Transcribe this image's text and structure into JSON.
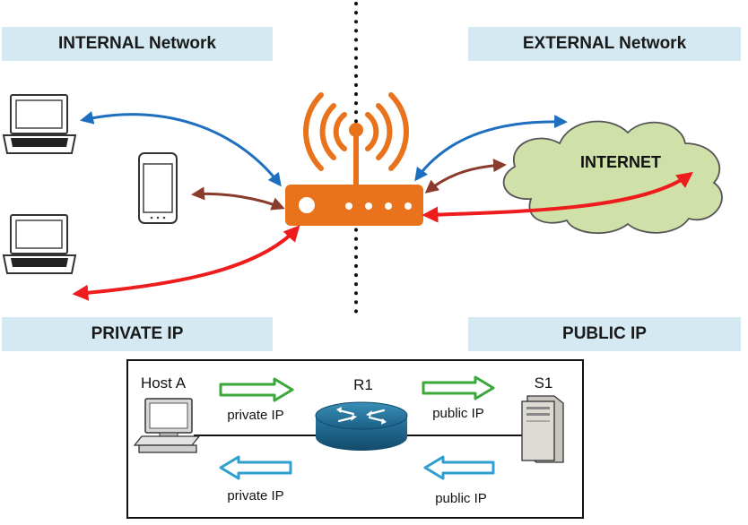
{
  "banners": {
    "internal": "INTERNAL Network",
    "external": "EXTERNAL Network",
    "private": "PRIVATE IP",
    "public": "PUBLIC IP"
  },
  "cloud_label": "INTERNET",
  "bottom": {
    "host_label": "Host A",
    "router_label": "R1",
    "server_label": "S1",
    "private_ip_out": "private IP",
    "public_ip_out": "public IP",
    "private_ip_in": "private IP",
    "public_ip_in": "public IP"
  },
  "colors": {
    "banner_bg": "#d4e9f1",
    "router_orange": "#e8731c",
    "blue_arrow": "#1f6fc0",
    "brown_arrow": "#8b3b2b",
    "red_arrow": "#ee1c1c",
    "cloud_fill": "#cfe0a8",
    "green_arrow": "#3aa83a",
    "cyan_arrow": "#2f9fd0"
  }
}
